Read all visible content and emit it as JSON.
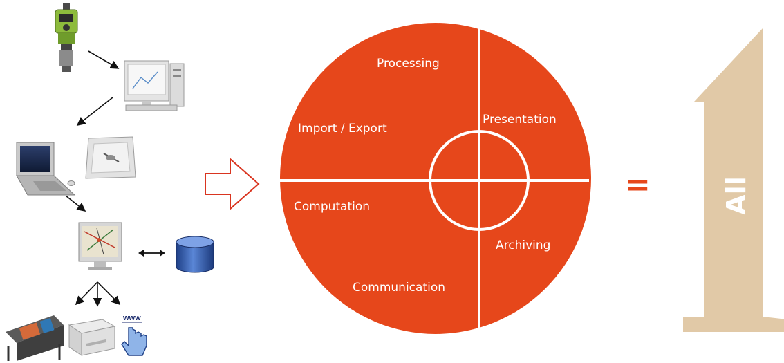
{
  "colors": {
    "accent": "#e6471b",
    "number_one": "#e1c9a7",
    "outline_arrow": "#d93520",
    "database": "#2f5aa8"
  },
  "workflow": {
    "icons": [
      "total-station",
      "desktop-computer",
      "laptop-computer",
      "tablet",
      "monitor-with-map",
      "database-cylinder",
      "plotter",
      "laser-printer",
      "www-hand-cursor"
    ],
    "www_label": "www"
  },
  "wheel": {
    "segments": [
      "Processing",
      "Import / Export",
      "Presentation",
      "Computation",
      "Archiving",
      "Communication"
    ]
  },
  "equals": "=",
  "result": {
    "number": "1",
    "label": "All"
  }
}
